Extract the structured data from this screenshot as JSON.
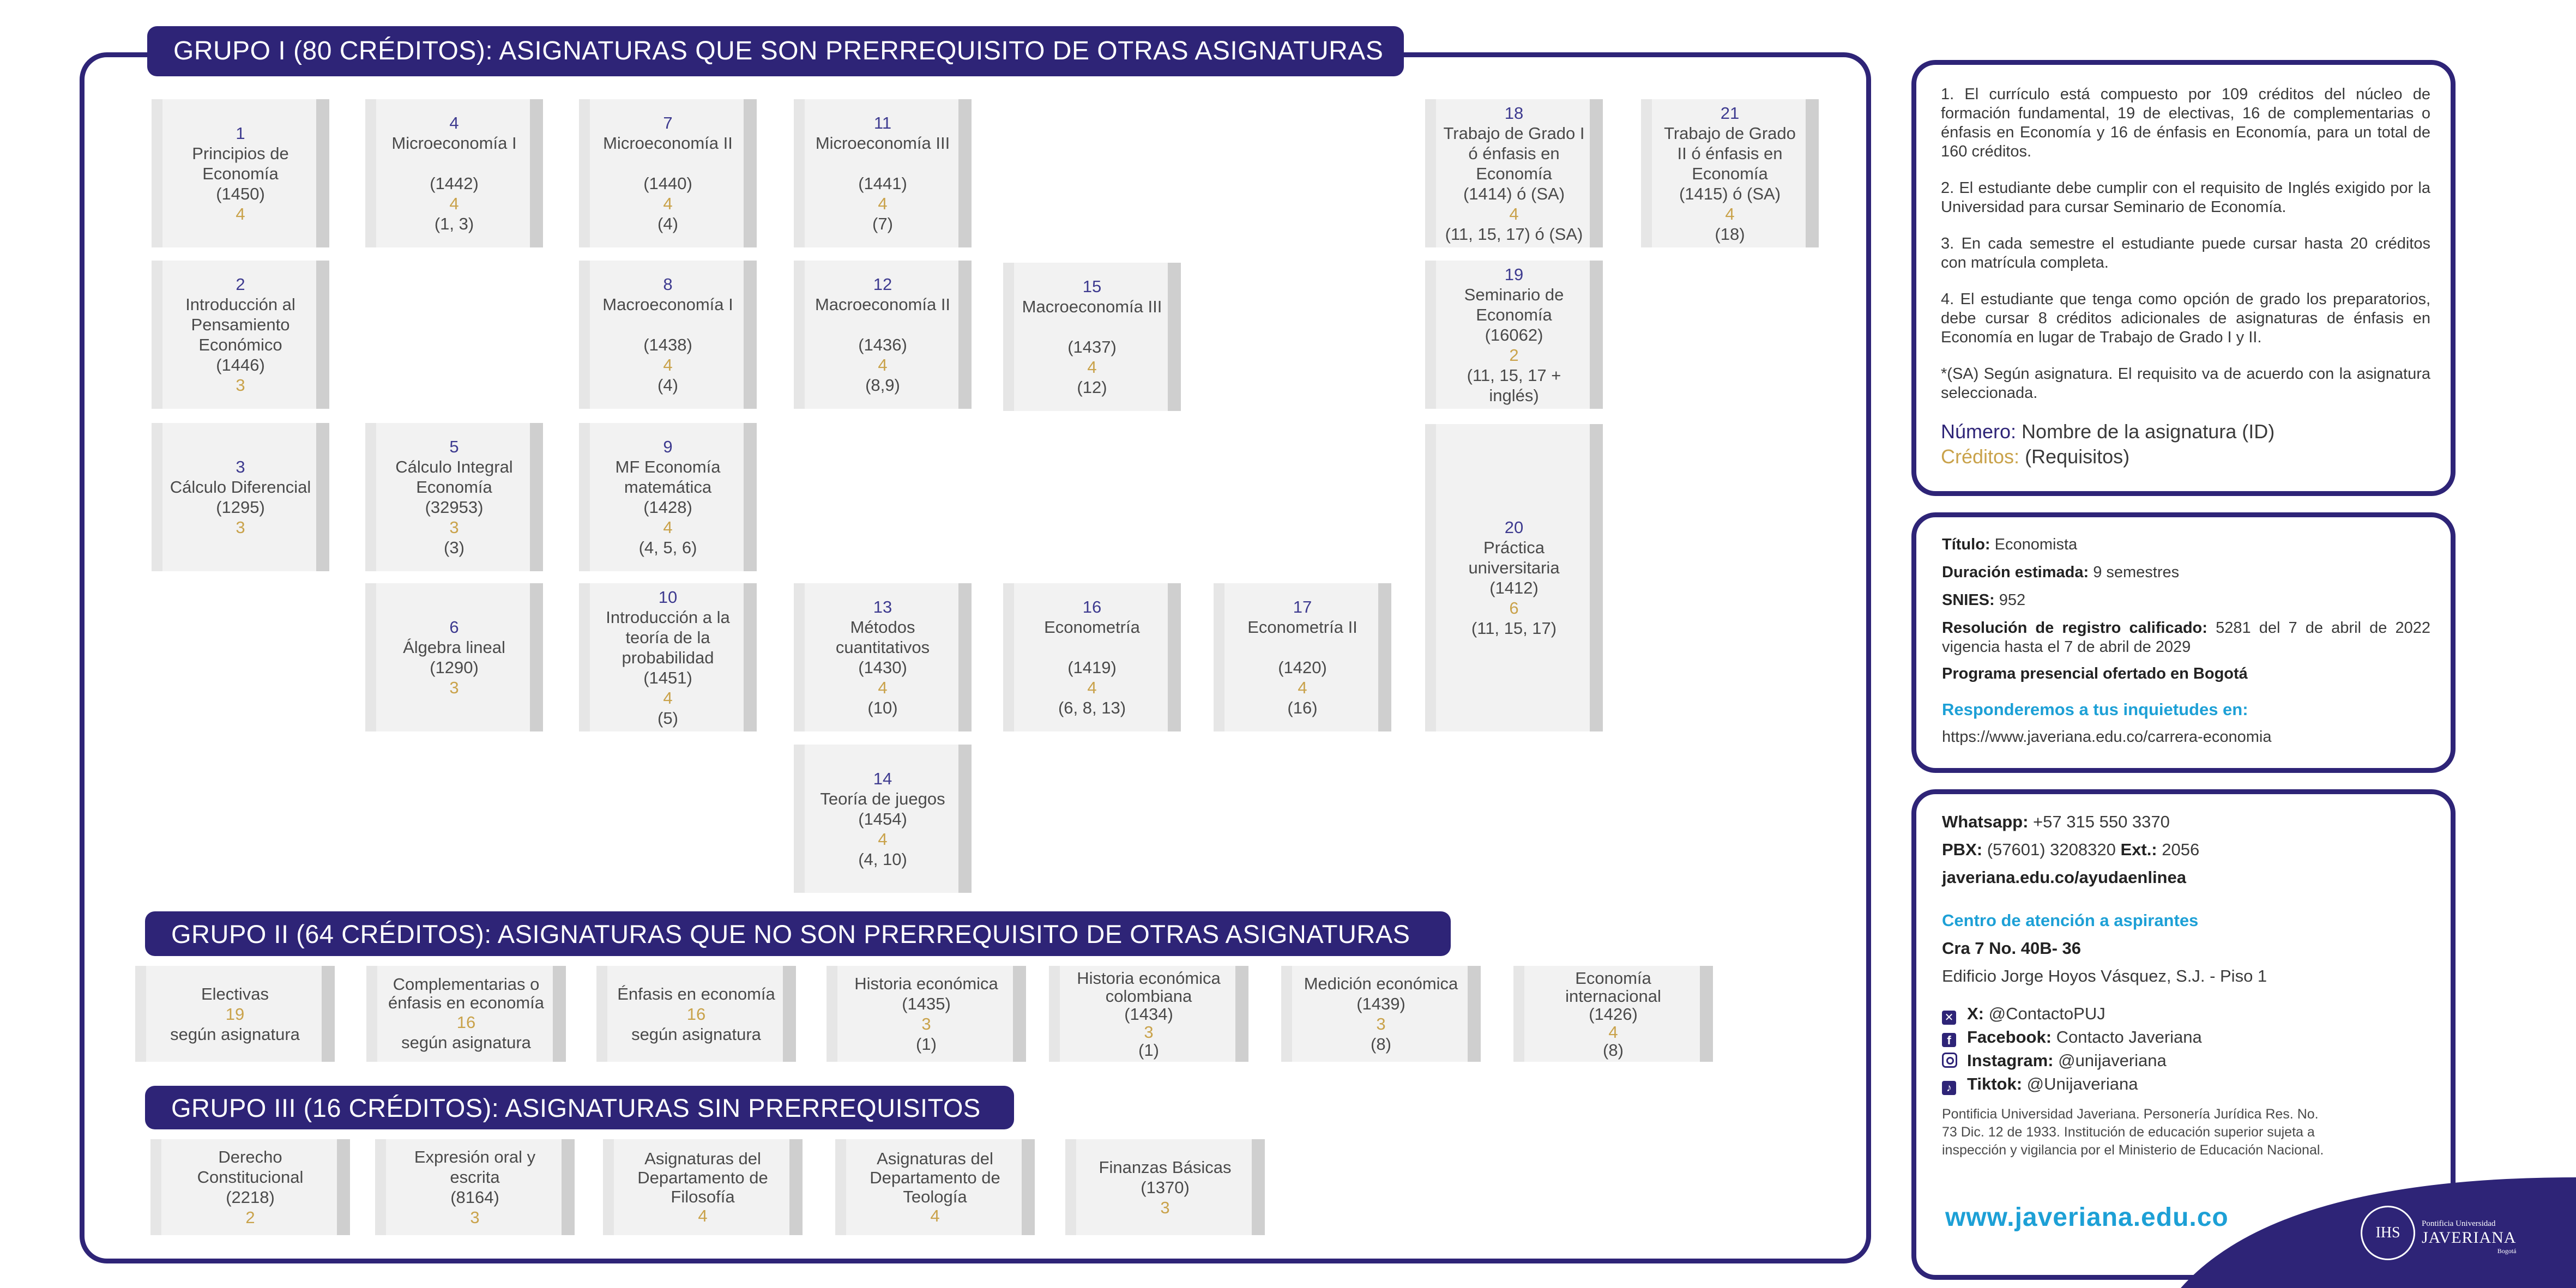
{
  "group1": {
    "title": "GRUPO I (80 CRÉDITOS): ASIGNATURAS QUE SON PRERREQUISITO DE OTRAS ASIGNATURAS"
  },
  "group2": {
    "title": "GRUPO II (64 CRÉDITOS): ASIGNATURAS QUE NO SON PRERREQUISITO DE OTRAS ASIGNATURAS"
  },
  "group3": {
    "title": "GRUPO III (16 CRÉDITOS): ASIGNATURAS SIN PRERREQUISITOS"
  },
  "courses": {
    "c1": {
      "num": "1",
      "name": "Principios de Economía",
      "id": "(1450)",
      "credits": "4",
      "req": ""
    },
    "c2": {
      "num": "2",
      "name": "Introducción al Pensamiento Económico",
      "id": "(1446)",
      "credits": "3",
      "req": ""
    },
    "c3": {
      "num": "3",
      "name": "Cálculo Diferencial",
      "id": "(1295)",
      "credits": "3",
      "req": ""
    },
    "c4": {
      "num": "4",
      "name": "Microeconomía I",
      "id": "(1442)",
      "credits": "4",
      "req": "(1, 3)"
    },
    "c5": {
      "num": "5",
      "name": "Cálculo Integral Economía",
      "id": "(32953)",
      "credits": "3",
      "req": "(3)"
    },
    "c6": {
      "num": "6",
      "name": "Álgebra lineal",
      "id": "(1290)",
      "credits": "3",
      "req": ""
    },
    "c7": {
      "num": "7",
      "name": "Microeconomía II",
      "id": "(1440)",
      "credits": "4",
      "req": "(4)"
    },
    "c8": {
      "num": "8",
      "name": "Macroeconomía I",
      "id": "(1438)",
      "credits": "4",
      "req": "(4)"
    },
    "c9": {
      "num": "9",
      "name": "MF Economía matemática",
      "id": "(1428)",
      "credits": "4",
      "req": "(4, 5, 6)"
    },
    "c10": {
      "num": "10",
      "name": "Introducción a la teoría de la probabilidad",
      "id": "(1451)",
      "credits": "4",
      "req": "(5)"
    },
    "c11": {
      "num": "11",
      "name": "Microeconomía III",
      "id": "(1441)",
      "credits": "4",
      "req": "(7)"
    },
    "c12": {
      "num": "12",
      "name": "Macroeconomía II",
      "id": "(1436)",
      "credits": "4",
      "req": "(8,9)"
    },
    "c13": {
      "num": "13",
      "name": "Métodos cuantitativos",
      "id": "(1430)",
      "credits": "4",
      "req": "(10)"
    },
    "c14": {
      "num": "14",
      "name": "Teoría de juegos",
      "id": "(1454)",
      "credits": "4",
      "req": "(4, 10)"
    },
    "c15": {
      "num": "15",
      "name": "Macroeconomía III",
      "id": "(1437)",
      "credits": "4",
      "req": "(12)"
    },
    "c16": {
      "num": "16",
      "name": "Econometría",
      "id": "(1419)",
      "credits": "4",
      "req": "(6, 8, 13)"
    },
    "c17": {
      "num": "17",
      "name": "Econometría II",
      "id": "(1420)",
      "credits": "4",
      "req": "(16)"
    },
    "c18": {
      "num": "18",
      "name": "Trabajo de Grado I ó énfasis en Economía",
      "id": "(1414) ó (SA)",
      "credits": "4",
      "req": "(11, 15, 17) ó (SA)"
    },
    "c19": {
      "num": "19",
      "name": "Seminario de Economía",
      "id": "(16062)",
      "credits": "2",
      "req": "(11, 15, 17 + inglés)"
    },
    "c20": {
      "num": "20",
      "name": "Práctica universitaria",
      "id": "(1412)",
      "credits": "6",
      "req": "(11, 15, 17)"
    },
    "c21": {
      "num": "21",
      "name": "Trabajo de Grado II ó énfasis en Economía",
      "id": "(1415) ó (SA)",
      "credits": "4",
      "req": "(18)"
    }
  },
  "group2_courses": {
    "electivas": {
      "name": "Electivas",
      "credits": "19",
      "req": "según asignatura"
    },
    "complementarias": {
      "name": "Complementarias o énfasis en economía",
      "credits": "16",
      "req": "según asignatura"
    },
    "enfasis": {
      "name": "Énfasis en economía",
      "credits": "16",
      "req": "según asignatura"
    },
    "historia": {
      "name": "Historia económica",
      "id": "(1435)",
      "credits": "3",
      "req": "(1)"
    },
    "historia_col": {
      "name": "Historia económica colombiana",
      "id": "(1434)",
      "credits": "3",
      "req": "(1)"
    },
    "medicion": {
      "name": "Medición económica",
      "id": "(1439)",
      "credits": "3",
      "req": "(8)"
    },
    "internacional": {
      "name": "Economía internacional",
      "id": "(1426)",
      "credits": "4",
      "req": "(8)"
    }
  },
  "group3_courses": {
    "derecho": {
      "name": "Derecho Constitucional",
      "id": "(2218)",
      "credits": "2"
    },
    "expresion": {
      "name": "Expresión oral y escrita",
      "id": "(8164)",
      "credits": "3"
    },
    "filosofia": {
      "name": "Asignaturas del Departamento de Filosofía",
      "credits": "4"
    },
    "teologia": {
      "name": "Asignaturas del Departamento de Teología",
      "credits": "4"
    },
    "finanzas": {
      "name": "Finanzas Básicas",
      "id": "(1370)",
      "credits": "3"
    }
  },
  "notes": {
    "n1": "1. El currículo está compuesto por 109 créditos del núcleo de formación fundamental, 19 de electivas, 16 de complementarias o énfasis en Economía y 16 de énfasis en Economía, para un total de 160 créditos.",
    "n2": "2.  El estudiante debe cumplir con el requisito de Inglés exigido por la Universidad para cursar Seminario de Economía.",
    "n3": "3.  En cada semestre el estudiante puede cursar hasta 20 créditos con matrícula completa.",
    "n4": "4.  El estudiante que tenga como opción de grado los preparatorios, debe cursar 8 créditos adicionales de asignaturas de énfasis en Economía en lugar de Trabajo de Grado I y II.",
    "n5": "*(SA) Según asignatura. El requisito va de acuerdo con la asignatura seleccionada.",
    "legend_num_label": "Número:",
    "legend_num_text": " Nombre de la asignatura (ID)",
    "legend_cr_label": "Créditos:",
    "legend_cr_text": " (Requisitos)"
  },
  "program": {
    "titulo_label": "Título:",
    "titulo": " Economista",
    "duracion_label": "Duración estimada:",
    "duracion": " 9 semestres",
    "snies_label": "SNIES:",
    "snies": " 952",
    "resolucion_label": "Resolución de registro calificado:",
    "resolucion": " 5281 del 7 de abril de 2022 vigencia hasta el 7 de abril de 2029",
    "presencial": "Programa presencial ofertado en Bogotá",
    "respond_head": "Responderemos a tus inquietudes en:",
    "url": "https://www.javeriana.edu.co/carrera-economia"
  },
  "contact": {
    "whatsapp_label": "Whatsapp:",
    "whatsapp": " +57 315 550 3370",
    "pbx_label": "PBX:",
    "pbx": " (57601) 3208320 ",
    "ext_label": "Ext.:",
    "ext": " 2056",
    "ayuda": "javeriana.edu.co/ayudaenlinea",
    "centro_head": "Centro de atención a aspirantes",
    "dir1": "Cra 7 No. 40B- 36",
    "dir2": "Edificio Jorge Hoyos Vásquez, S.J. - Piso 1",
    "x_label": "X:",
    "x": " @ContactoPUJ",
    "fb_label": "Facebook:",
    "fb": " Contacto Javeriana",
    "ig_label": "Instagram:",
    "ig": " @unijaveriana",
    "tt_label": "Tiktok:",
    "tt": " @Unijaveriana",
    "legal": "Pontificia Universidad Javeriana. Personería Jurídica Res. No. 73 Dic. 12 de 1933. Institución de educación superior sujeta a inspección y vigilancia por el Ministerio de Educación Nacional."
  },
  "footer": {
    "website": "www.javeriana.edu.co",
    "logo_line1": "Pontificia Universidad",
    "logo_line2": "JAVERIANA",
    "logo_line3": "Bogotá",
    "seal_text": "IHS"
  },
  "colors": {
    "primary": "#2e2477",
    "credit": "#c9a24a",
    "number": "#3d3a8f",
    "accent_blue": "#1da0d6",
    "card": "#f2f2f2"
  }
}
